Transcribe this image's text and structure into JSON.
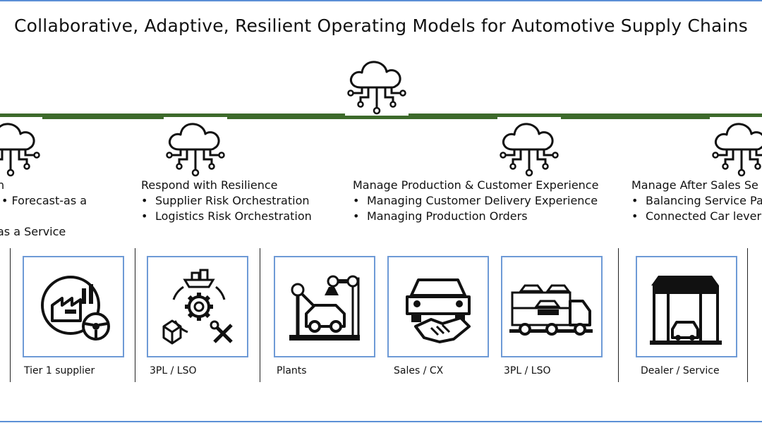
{
  "title": "Collaborative, Adaptive, Resilient Operating Models for Automotive Supply Chains",
  "icons": {
    "cloud": "cloud-network-icon",
    "factory": "factory-steering-wheel-icon",
    "logistics": "ship-gear-tools-icon",
    "plants": "robot-arm-car-icon",
    "sales": "car-handshake-icon",
    "transport": "car-carrier-truck-icon",
    "dealer": "dealership-icon"
  },
  "colors": {
    "bus": "#3d6a2b",
    "card_border": "#6e9ad6",
    "edge": "#5b8fd6"
  },
  "phases": [
    {
      "title": "n",
      "bullets": [
        "Forecast-as a",
        "as a Service"
      ]
    },
    {
      "title": "Respond with Resilience",
      "bullets": [
        "Supplier Risk Orchestration",
        "Logistics Risk Orchestration"
      ]
    },
    {
      "title": "Manage Production & Customer Experience",
      "bullets": [
        "Managing Customer Delivery Experience",
        "Managing Production Orders"
      ]
    },
    {
      "title": "Manage After Sales Se",
      "bullets": [
        "Balancing Service Pa",
        "Connected Car lever"
      ]
    }
  ],
  "bullet_char": "•",
  "stages": [
    {
      "label": "Tier 1 supplier"
    },
    {
      "label": "3PL / LSO"
    },
    {
      "label": "Plants"
    },
    {
      "label": "Sales / CX"
    },
    {
      "label": "3PL / LSO"
    },
    {
      "label": "Dealer / Service"
    }
  ]
}
